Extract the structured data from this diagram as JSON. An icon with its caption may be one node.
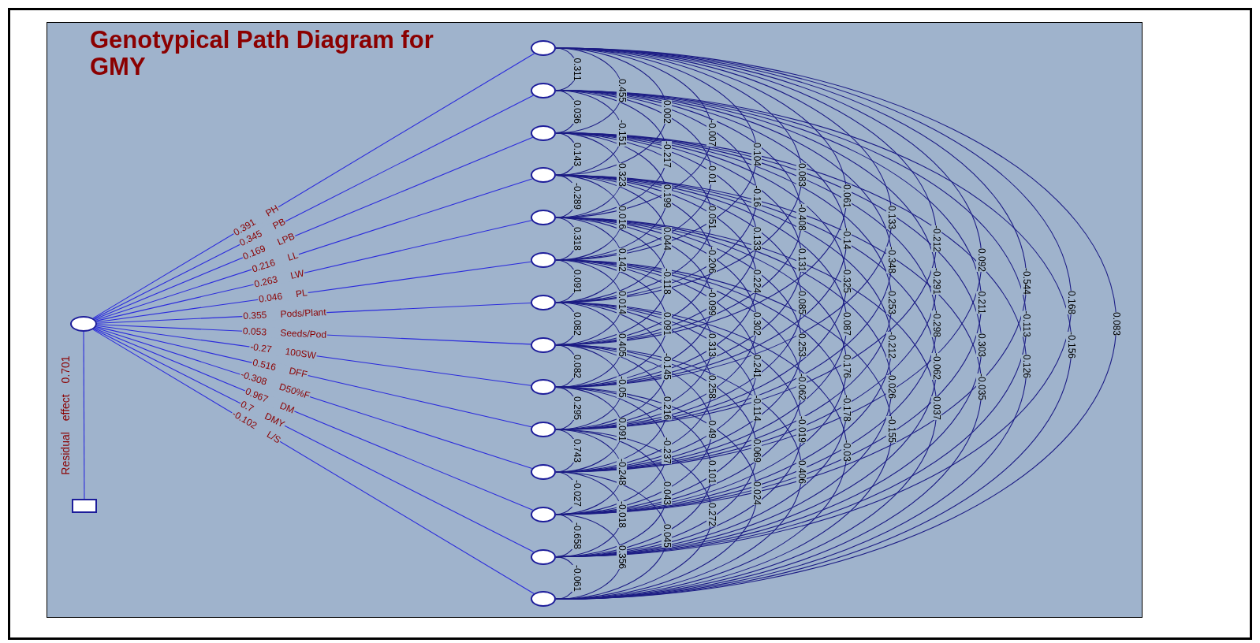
{
  "diagram": {
    "title": "Genotypical Path Diagram for GMY",
    "nodes": [
      {
        "text": [],
        "shape": "circle"
      },
      {
        "text": [],
        "shape": "box"
      },
      {
        "text": [],
        "shape": "circle"
      },
      {
        "text": [],
        "shape": "circle"
      },
      {
        "text": [],
        "shape": "circle"
      },
      {
        "text": [],
        "shape": "circle"
      },
      {
        "text": [],
        "shape": "circle"
      },
      {
        "text": [],
        "shape": "circle"
      },
      {
        "text": [],
        "shape": "circle"
      },
      {
        "text": [],
        "shape": "circle"
      },
      {
        "text": [],
        "shape": "circle"
      },
      {
        "text": [],
        "shape": "circle"
      },
      {
        "text": [],
        "shape": "circle"
      },
      {
        "text": [],
        "shape": "circle"
      },
      {
        "text": [],
        "shape": "circle"
      },
      {
        "text": [],
        "shape": "circle"
      }
    ],
    "edges": [
      {
        "from": 0,
        "to": 2,
        "arrow": "none",
        "label": "0.391 PH",
        "color": "#2b2bdc"
      },
      {
        "from": 0,
        "to": 3,
        "arrow": "none",
        "label": "0.345 PB",
        "color": "#2b2bdc"
      },
      {
        "from": 0,
        "to": 4,
        "arrow": "none",
        "label": "0.169 LPB",
        "color": "#2b2bdc"
      },
      {
        "from": 0,
        "to": 5,
        "arrow": "none",
        "label": "0.216 LL",
        "color": "#2b2bdc"
      },
      {
        "from": 0,
        "to": 6,
        "arrow": "none",
        "label": "0.263 LW",
        "color": "#2b2bdc"
      },
      {
        "from": 0,
        "to": 7,
        "arrow": "none",
        "label": "0.046 PL",
        "color": "#2b2bdc"
      },
      {
        "from": 0,
        "to": 8,
        "arrow": "none",
        "label": "0.355 Pods/Plant",
        "color": "#2b2bdc"
      },
      {
        "from": 0,
        "to": 9,
        "arrow": "none",
        "label": "0.053 Seeds/Pod",
        "color": "#2b2bdc"
      },
      {
        "from": 0,
        "to": 10,
        "arrow": "none",
        "label": "-0.27 100SW",
        "color": "#2b2bdc"
      },
      {
        "from": 0,
        "to": 11,
        "arrow": "none",
        "label": "0.516 DFF",
        "color": "#2b2bdc"
      },
      {
        "from": 0,
        "to": 12,
        "arrow": "none",
        "label": "-0.308 D50%F",
        "color": "#2b2bdc"
      },
      {
        "from": 0,
        "to": 13,
        "arrow": "none",
        "label": "0.967 DM",
        "color": "#2b2bdc"
      },
      {
        "from": 0,
        "to": 14,
        "arrow": "none",
        "label": "0.7 DMY",
        "color": "#2b2bdc"
      },
      {
        "from": 0,
        "to": 15,
        "arrow": "none",
        "label": "-0.102 L/S",
        "color": "#2b2bdc"
      },
      {
        "from": 0,
        "to": 1,
        "arrow": "none",
        "label": "Residual effect 0.701",
        "color": "#2b2bdc"
      },
      {
        "from": 2,
        "to": 3,
        "arrow": "none",
        "label": "0.311"
      },
      {
        "from": 3,
        "to": 4,
        "arrow": "none",
        "label": "0.036"
      },
      {
        "from": 4,
        "to": 5,
        "arrow": "none",
        "label": "0.143"
      },
      {
        "from": 5,
        "to": 6,
        "arrow": "none",
        "label": "-0.289"
      },
      {
        "from": 6,
        "to": 7,
        "arrow": "none",
        "label": "0.318"
      },
      {
        "from": 7,
        "to": 8,
        "arrow": "none",
        "label": "0.091"
      },
      {
        "from": 8,
        "to": 9,
        "arrow": "none",
        "label": "0.082"
      },
      {
        "from": 9,
        "to": 10,
        "arrow": "none",
        "label": "0.082"
      },
      {
        "from": 10,
        "to": 11,
        "arrow": "none",
        "label": "0.295"
      },
      {
        "from": 11,
        "to": 12,
        "arrow": "none",
        "label": "0.743"
      },
      {
        "from": 12,
        "to": 13,
        "arrow": "none",
        "label": "-0.027"
      },
      {
        "from": 13,
        "to": 14,
        "arrow": "none",
        "label": "-0.658"
      },
      {
        "from": 14,
        "to": 15,
        "arrow": "none",
        "label": "-0.061"
      },
      {
        "from": 2,
        "to": 4,
        "arrow": "none",
        "label": "0.455"
      },
      {
        "from": 3,
        "to": 5,
        "arrow": "none",
        "label": "-0.151"
      },
      {
        "from": 4,
        "to": 6,
        "arrow": "none",
        "label": "0.323"
      },
      {
        "from": 5,
        "to": 7,
        "arrow": "none",
        "label": "0.016"
      },
      {
        "from": 6,
        "to": 8,
        "arrow": "none",
        "label": "0.142"
      },
      {
        "from": 7,
        "to": 9,
        "arrow": "none",
        "label": "0.014"
      },
      {
        "from": 8,
        "to": 10,
        "arrow": "none",
        "label": "0.405"
      },
      {
        "from": 9,
        "to": 11,
        "arrow": "none",
        "label": "-0.05"
      },
      {
        "from": 10,
        "to": 12,
        "arrow": "none",
        "label": "0.091"
      },
      {
        "from": 11,
        "to": 13,
        "arrow": "none",
        "label": "-0.248"
      },
      {
        "from": 12,
        "to": 14,
        "arrow": "none",
        "label": "-0.018"
      },
      {
        "from": 13,
        "to": 15,
        "arrow": "none",
        "label": "0.356"
      },
      {
        "from": 2,
        "to": 5,
        "arrow": "none",
        "label": "0.002"
      },
      {
        "from": 3,
        "to": 6,
        "arrow": "none",
        "label": "-0.217"
      },
      {
        "from": 4,
        "to": 7,
        "arrow": "none",
        "label": "0.199"
      },
      {
        "from": 5,
        "to": 8,
        "arrow": "none",
        "label": "0.044"
      },
      {
        "from": 6,
        "to": 9,
        "arrow": "none",
        "label": "-0.118"
      },
      {
        "from": 7,
        "to": 10,
        "arrow": "none",
        "label": "0.091"
      },
      {
        "from": 8,
        "to": 11,
        "arrow": "none",
        "label": "-0.145"
      },
      {
        "from": 9,
        "to": 12,
        "arrow": "none",
        "label": "0.216"
      },
      {
        "from": 10,
        "to": 13,
        "arrow": "none",
        "label": "-0.237"
      },
      {
        "from": 11,
        "to": 14,
        "arrow": "none",
        "label": "0.043"
      },
      {
        "from": 12,
        "to": 15,
        "arrow": "none",
        "label": "0.045"
      },
      {
        "from": 2,
        "to": 6,
        "arrow": "none",
        "label": "-0.007"
      },
      {
        "from": 3,
        "to": 7,
        "arrow": "none",
        "label": "0.01"
      },
      {
        "from": 4,
        "to": 8,
        "arrow": "none",
        "label": "0.051"
      },
      {
        "from": 5,
        "to": 9,
        "arrow": "none",
        "label": "-0.206"
      },
      {
        "from": 6,
        "to": 10,
        "arrow": "none",
        "label": "-0.099"
      },
      {
        "from": 7,
        "to": 11,
        "arrow": "none",
        "label": "0.313"
      },
      {
        "from": 8,
        "to": 12,
        "arrow": "none",
        "label": "0.258"
      },
      {
        "from": 9,
        "to": 13,
        "arrow": "none",
        "label": "0.49"
      },
      {
        "from": 10,
        "to": 14,
        "arrow": "none",
        "label": "0.101"
      },
      {
        "from": 11,
        "to": 15,
        "arrow": "none",
        "label": "0.272"
      },
      {
        "from": 2,
        "to": 7,
        "arrow": "none",
        "label": "0.104"
      },
      {
        "from": 3,
        "to": 8,
        "arrow": "none",
        "label": "-0.16"
      },
      {
        "from": 4,
        "to": 9,
        "arrow": "none",
        "label": "0.133"
      },
      {
        "from": 5,
        "to": 10,
        "arrow": "none",
        "label": "0.224"
      },
      {
        "from": 6,
        "to": 11,
        "arrow": "none",
        "label": "0.302"
      },
      {
        "from": 7,
        "to": 12,
        "arrow": "none",
        "label": "0.241"
      },
      {
        "from": 8,
        "to": 13,
        "arrow": "none",
        "label": "-0.114"
      },
      {
        "from": 9,
        "to": 14,
        "arrow": "none",
        "label": "0.069"
      },
      {
        "from": 10,
        "to": 15,
        "arrow": "none",
        "label": "0.024"
      },
      {
        "from": 2,
        "to": 8,
        "arrow": "none",
        "label": "0.083"
      },
      {
        "from": 3,
        "to": 9,
        "arrow": "none",
        "label": "-0.408"
      },
      {
        "from": 4,
        "to": 10,
        "arrow": "none",
        "label": "0.131"
      },
      {
        "from": 5,
        "to": 11,
        "arrow": "none",
        "label": "0.085"
      },
      {
        "from": 6,
        "to": 12,
        "arrow": "none",
        "label": "0.253"
      },
      {
        "from": 7,
        "to": 13,
        "arrow": "none",
        "label": "-0.062"
      },
      {
        "from": 8,
        "to": 14,
        "arrow": "none",
        "label": "-0.019"
      },
      {
        "from": 9,
        "to": 15,
        "arrow": "none",
        "label": "0.406"
      },
      {
        "from": 2,
        "to": 9,
        "arrow": "none",
        "label": "0.061"
      },
      {
        "from": 3,
        "to": 10,
        "arrow": "none",
        "label": "-0.14"
      },
      {
        "from": 4,
        "to": 11,
        "arrow": "none",
        "label": "0.325"
      },
      {
        "from": 5,
        "to": 12,
        "arrow": "none",
        "label": "0.087"
      },
      {
        "from": 6,
        "to": 13,
        "arrow": "none",
        "label": "0.176"
      },
      {
        "from": 7,
        "to": 14,
        "arrow": "none",
        "label": "-0.178"
      },
      {
        "from": 8,
        "to": 15,
        "arrow": "none",
        "label": "-0.03"
      },
      {
        "from": 2,
        "to": 10,
        "arrow": "none",
        "label": "0.133"
      },
      {
        "from": 3,
        "to": 11,
        "arrow": "none",
        "label": "-0.348"
      },
      {
        "from": 4,
        "to": 12,
        "arrow": "none",
        "label": "0.253"
      },
      {
        "from": 5,
        "to": 13,
        "arrow": "none",
        "label": "-0.212"
      },
      {
        "from": 6,
        "to": 14,
        "arrow": "none",
        "label": "0.026"
      },
      {
        "from": 7,
        "to": 15,
        "arrow": "none",
        "label": "-0.155"
      },
      {
        "from": 2,
        "to": 11,
        "arrow": "none",
        "label": "-0.212"
      },
      {
        "from": 3,
        "to": 12,
        "arrow": "none",
        "label": "-0.291"
      },
      {
        "from": 4,
        "to": 13,
        "arrow": "none",
        "label": "-0.298"
      },
      {
        "from": 5,
        "to": 14,
        "arrow": "none",
        "label": "-0.062"
      },
      {
        "from": 6,
        "to": 15,
        "arrow": "none",
        "label": "0.037"
      },
      {
        "from": 2,
        "to": 12,
        "arrow": "none",
        "label": "0.092"
      },
      {
        "from": 3,
        "to": 13,
        "arrow": "none",
        "label": "0.211"
      },
      {
        "from": 4,
        "to": 14,
        "arrow": "none",
        "label": "0.303"
      },
      {
        "from": 5,
        "to": 15,
        "arrow": "none",
        "label": "-0.035"
      },
      {
        "from": 2,
        "to": 13,
        "arrow": "none",
        "label": "-0.544"
      },
      {
        "from": 3,
        "to": 14,
        "arrow": "none",
        "label": "-0.113"
      },
      {
        "from": 4,
        "to": 15,
        "arrow": "none",
        "label": "0.126"
      },
      {
        "from": 2,
        "to": 14,
        "arrow": "none",
        "label": "0.168"
      },
      {
        "from": 3,
        "to": 15,
        "arrow": "none",
        "label": "-0.156"
      },
      {
        "from": 2,
        "to": 15,
        "arrow": "none",
        "label": "0.083"
      }
    ]
  }
}
